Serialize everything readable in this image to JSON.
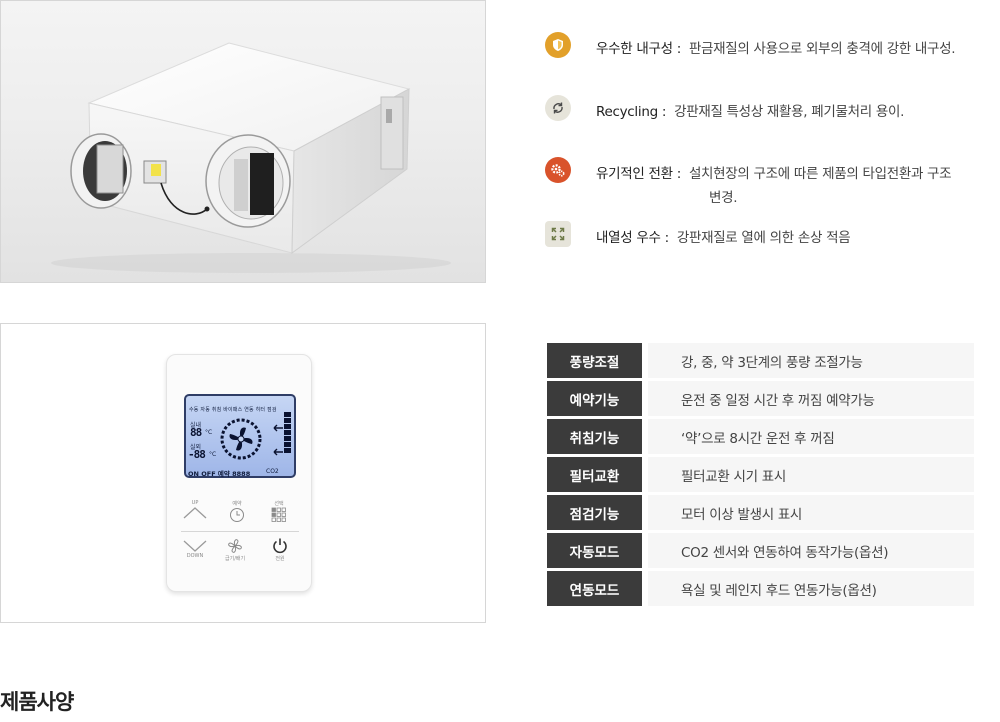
{
  "features": [
    {
      "name": "우수한 내구성 :",
      "desc": "판금재질의 사용으로 외부의 충격에 강한 내구성.",
      "icon": "shield-icon",
      "color": "#e2a02a"
    },
    {
      "name": "Recycling :",
      "desc": "강판재질 특성상 재활용, 폐기물처리 용이.",
      "icon": "recycle-icon",
      "color": "#e6e4da"
    },
    {
      "name": "유기적인 전환 :",
      "desc": "설치현장의 구조에 따른 제품의 타입전환과 구조",
      "desc_cont": "변경.",
      "icon": "gears-icon",
      "color": "#d9532b"
    },
    {
      "name": "내열성 우수 :",
      "desc": "강판재질로 열에 의한 손상 적음",
      "icon": "expand-arrows-icon",
      "color": "#e6e4da"
    }
  ],
  "spec_table": [
    {
      "label": "풍량조절",
      "value": "강, 중, 약 3단계의 풍량 조절가능"
    },
    {
      "label": "예약기능",
      "value": "운전 중 일정 시간 후 꺼짐 예약가능"
    },
    {
      "label": "취침기능",
      "value": "‘약’으로 8시간 운전 후 꺼짐"
    },
    {
      "label": "필터교환",
      "value": "필터교환 시기 표시"
    },
    {
      "label": "점검기능",
      "value": "모터 이상 발생시 표시"
    },
    {
      "label": "자동모드",
      "value": "CO2 센서와 연동하여 동작가능(옵션)"
    },
    {
      "label": "연동모드",
      "value": "욕실 및 레인지 후드 연동가능(옵션)"
    }
  ],
  "section_title": "제품사양",
  "remote": {
    "lcd_modes": [
      "수동",
      "자동",
      "취침",
      "바이패스",
      "연동",
      "히터",
      "점검"
    ],
    "indoor_label": "실내",
    "outdoor_label": "실외",
    "indoor_value": "88",
    "outdoor_value": "-88",
    "deg_unit": "°C",
    "bottom_line": "ON OFF 예약 8888",
    "co2_label": "CO2",
    "btn_up": "UP",
    "btn_down": "DOWN",
    "btn_timer": "예약",
    "btn_select": "선택",
    "btn_fan": "급기/배기",
    "btn_power": "전원"
  }
}
